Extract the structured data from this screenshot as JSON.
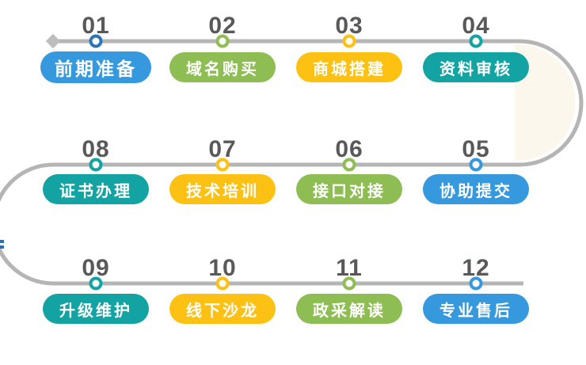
{
  "diagram": {
    "background": "#ffffff",
    "line_color": "#b5b5b5",
    "diamond_color": "#bdbdbd",
    "number_color": "#595959",
    "cream_panel_color": "#fcf7ec",
    "fragment_color": "#2f6eb5",
    "pill_text_color": "#ffffff",
    "palette": {
      "blue": "#3699dd",
      "dark_blue": "#2e75b6",
      "green": "#8dbd53",
      "yellow": "#fdc113",
      "teal": "#14a3a3"
    },
    "columns_x": [
      121,
      281,
      441,
      601
    ],
    "rows_line_y": [
      52,
      208,
      358
    ],
    "rows_pill_top": [
      66,
      220,
      371
    ],
    "steps": [
      {
        "number": "01",
        "label": "前期准备",
        "row": 0,
        "col": 0,
        "pill_color": "#3699dd",
        "dot_color": "#2e75b6",
        "emphasis": true
      },
      {
        "number": "02",
        "label": "域名购买",
        "row": 0,
        "col": 1,
        "pill_color": "#8dbd53",
        "dot_color": "#8dbd53",
        "emphasis": false
      },
      {
        "number": "03",
        "label": "商城搭建",
        "row": 0,
        "col": 2,
        "pill_color": "#fdc113",
        "dot_color": "#fdc113",
        "emphasis": false
      },
      {
        "number": "04",
        "label": "资料审核",
        "row": 0,
        "col": 3,
        "pill_color": "#14a3a3",
        "dot_color": "#14a3a3",
        "emphasis": false
      },
      {
        "number": "08",
        "label": "证书办理",
        "row": 1,
        "col": 0,
        "pill_color": "#14a3a3",
        "dot_color": "#14a3a3",
        "emphasis": false
      },
      {
        "number": "07",
        "label": "技术培训",
        "row": 1,
        "col": 1,
        "pill_color": "#fdc113",
        "dot_color": "#fdc113",
        "emphasis": false
      },
      {
        "number": "06",
        "label": "接口对接",
        "row": 1,
        "col": 2,
        "pill_color": "#8dbd53",
        "dot_color": "#8dbd53",
        "emphasis": false
      },
      {
        "number": "05",
        "label": "协助提交",
        "row": 1,
        "col": 3,
        "pill_color": "#3699dd",
        "dot_color": "#3699dd",
        "emphasis": false
      },
      {
        "number": "09",
        "label": "升级维护",
        "row": 2,
        "col": 0,
        "pill_color": "#14a3a3",
        "dot_color": "#14a3a3",
        "emphasis": false
      },
      {
        "number": "10",
        "label": "线下沙龙",
        "row": 2,
        "col": 1,
        "pill_color": "#fdc113",
        "dot_color": "#fdc113",
        "emphasis": false
      },
      {
        "number": "11",
        "label": "政采解读",
        "row": 2,
        "col": 2,
        "pill_color": "#8dbd53",
        "dot_color": "#8dbd53",
        "emphasis": false
      },
      {
        "number": "12",
        "label": "专业售后",
        "row": 2,
        "col": 3,
        "pill_color": "#3699dd",
        "dot_color": "#3699dd",
        "emphasis": false
      }
    ]
  }
}
